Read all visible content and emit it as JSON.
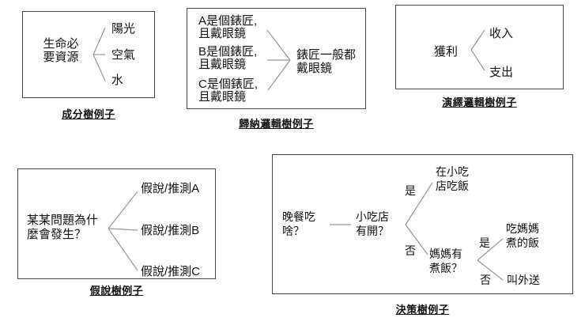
{
  "colors": {
    "background": "#ffffff",
    "box_border": "#454545",
    "connector_line": "#969696",
    "text": "#111111"
  },
  "trees": {
    "component": {
      "caption": "成分樹例子",
      "root_line1": "生命必",
      "root_line2": "要資源",
      "children": [
        "陽光",
        "空氣",
        "水"
      ]
    },
    "induction": {
      "caption": "歸納邏輯樹例子",
      "premises": [
        {
          "line1": "A是個錶匠,",
          "line2": "且戴眼鏡"
        },
        {
          "line1": "B是個錶匠,",
          "line2": "且戴眼鏡"
        },
        {
          "line1": "C是個錶匠,",
          "line2": "且戴眼鏡"
        }
      ],
      "conclusion_line1": "錶匠一般都",
      "conclusion_line2": "戴眼鏡"
    },
    "deduction": {
      "caption": "演繹邏輯樹例子",
      "root": "獲利",
      "children": [
        "收入",
        "支出"
      ]
    },
    "hypothesis": {
      "caption": "假說樹例子",
      "root_line1": "某某問題為什",
      "root_line2": "麼會發生？",
      "children": [
        "假說/推測A",
        "假說/推測B",
        "假說/推測C"
      ]
    },
    "decision": {
      "caption": "決策樹例子",
      "root_line1": "晚餐吃",
      "root_line2": "啥？",
      "q1_line1": "小吃店",
      "q1_line2": "有開？",
      "yes_label": "是",
      "no_label": "否",
      "outcome_shop_line1": "在小吃",
      "outcome_shop_line2": "店吃飯",
      "q2_line1": "媽媽有",
      "q2_line2": "煮飯？",
      "outcome_home_line1": "吃媽媽",
      "outcome_home_line2": "煮的飯",
      "outcome_delivery": "叫外送"
    }
  }
}
